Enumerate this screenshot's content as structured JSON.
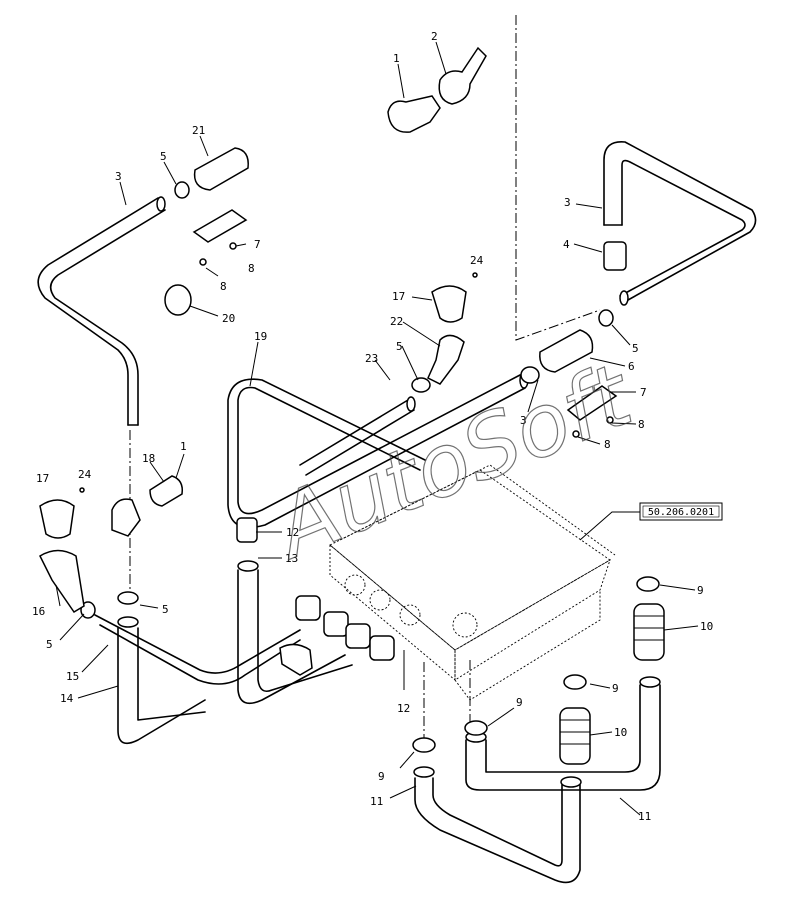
{
  "watermark": "AutoSoft",
  "reference": "50.206.0201",
  "labels": {
    "l1a": "1",
    "l1b": "1",
    "l2": "2",
    "l3a": "3",
    "l3b": "3",
    "l3c": "3",
    "l4": "4",
    "l5a": "5",
    "l5b": "5",
    "l5c": "5",
    "l5d": "5",
    "l5e": "5",
    "l6": "6",
    "l7a": "7",
    "l7b": "7",
    "l8a": "8",
    "l8b": "8",
    "l8c": "8",
    "l8d": "8",
    "l9a": "9",
    "l9b": "9",
    "l9c": "9",
    "l9d": "9",
    "l10a": "10",
    "l10b": "10",
    "l11a": "11",
    "l11b": "11",
    "l12a": "12",
    "l12b": "12",
    "l13": "13",
    "l14": "14",
    "l15": "15",
    "l16": "16",
    "l17a": "17",
    "l17b": "17",
    "l18": "18",
    "l19": "19",
    "l20": "20",
    "l21": "21",
    "l22": "22",
    "l23": "23",
    "l24a": "24",
    "l24b": "24"
  }
}
